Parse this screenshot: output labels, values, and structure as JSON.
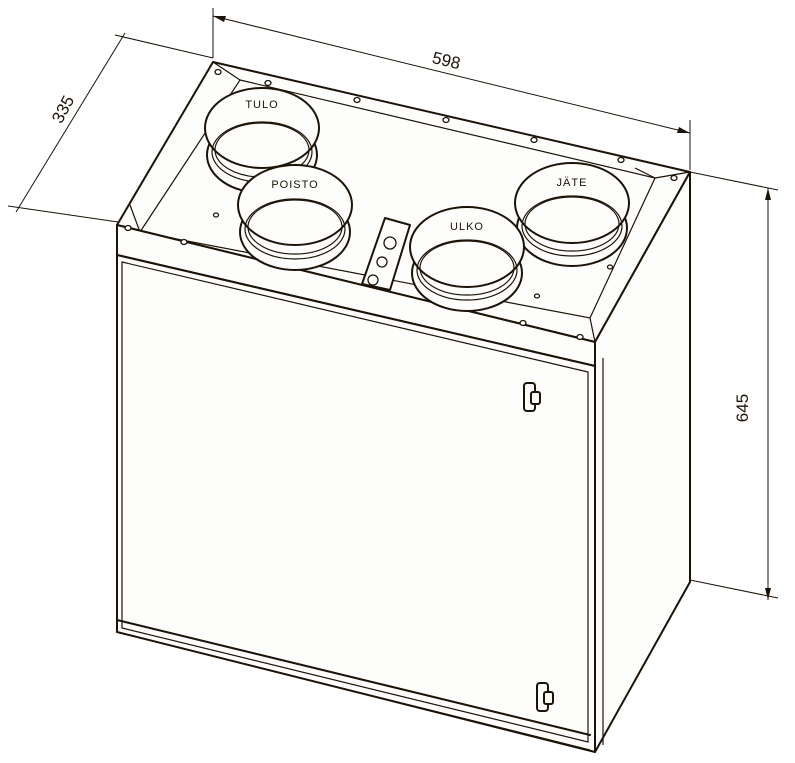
{
  "drawing": {
    "dimensions": {
      "width": "598",
      "depth": "335",
      "height": "645"
    },
    "ports": {
      "tulo": "TULO",
      "poisto": "POISTO",
      "ulko": "ULKO",
      "jate": "JÄTE"
    },
    "line_color": "#1c1308"
  }
}
